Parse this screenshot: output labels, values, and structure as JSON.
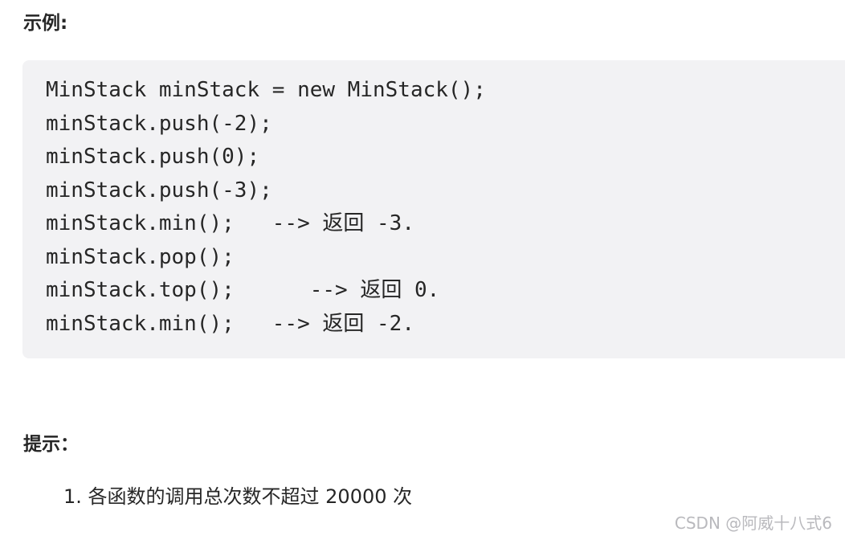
{
  "example": {
    "heading": "示例:",
    "code_lines": [
      "MinStack minStack = new MinStack();",
      "minStack.push(-2);",
      "minStack.push(0);",
      "minStack.push(-3);",
      "minStack.min();   --> 返回 -3.",
      "minStack.pop();",
      "minStack.top();      --> 返回 0.",
      "minStack.min();   --> 返回 -2."
    ]
  },
  "hints": {
    "heading": "提示：",
    "items": [
      "1. 各函数的调用总次数不超过 20000 次"
    ]
  },
  "watermark": "CSDN @阿威十八式6"
}
